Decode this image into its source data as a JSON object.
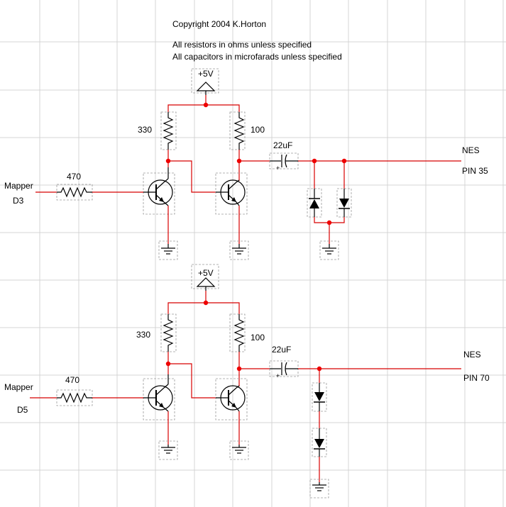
{
  "header": {
    "copyright": "Copyright 2004 K.Horton",
    "note_resistors": "All resistors in ohms unless specified",
    "note_capacitors": "All capacitors in microfarads unless specified"
  },
  "circuit_top": {
    "supply_label": "+5V",
    "r_collector_left": "330",
    "r_collector_right": "100",
    "r_input": "470",
    "capacitor": "22uF",
    "cap_polarity": "+",
    "input_label_line1": "Mapper",
    "input_label_line2": "D3",
    "output_label_line1": "NES",
    "output_label_line2": "PIN 35"
  },
  "circuit_bottom": {
    "supply_label": "+5V",
    "r_collector_left": "330",
    "r_collector_right": "100",
    "r_input": "470",
    "capacitor": "22uF",
    "cap_polarity": "+",
    "input_label_line1": "Mapper",
    "input_label_line2": "D5",
    "output_label_line1": "NES",
    "output_label_line2": "PIN 70"
  }
}
